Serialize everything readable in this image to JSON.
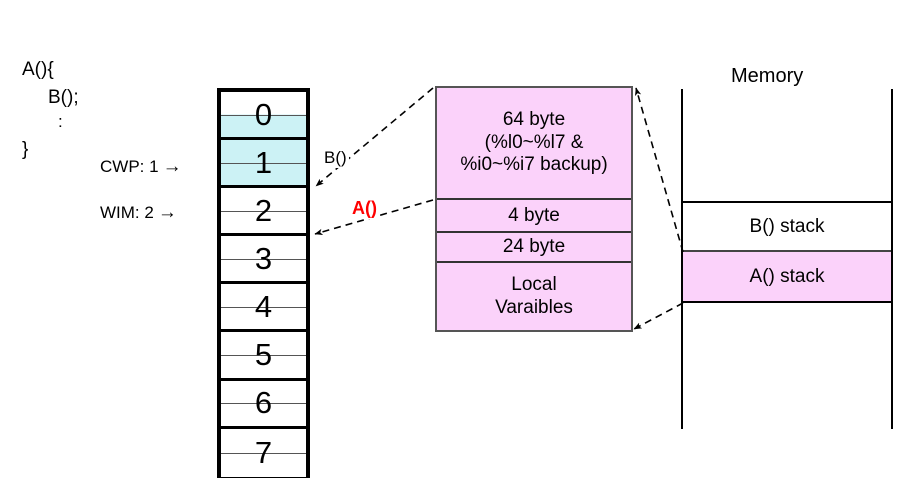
{
  "code_block": {
    "lines": [
      "A(){",
      "B();",
      ":",
      "}"
    ]
  },
  "registers": {
    "pointers": [
      {
        "name": "cwp",
        "label": "CWP: 1",
        "arrow": "→",
        "target_window": 1
      },
      {
        "name": "wim",
        "label": "WIM: 2",
        "arrow": "→",
        "target_window": 2
      }
    ],
    "highlight_color": "#ccf2f5",
    "windows": [
      {
        "number": "0",
        "highlight": "bottom-half"
      },
      {
        "number": "1",
        "highlight": "full"
      },
      {
        "number": "2",
        "highlight": "none"
      },
      {
        "number": "3",
        "highlight": "none"
      },
      {
        "number": "4",
        "highlight": "none"
      },
      {
        "number": "5",
        "highlight": "none"
      },
      {
        "number": "6",
        "highlight": "none"
      },
      {
        "number": "7",
        "highlight": "none"
      }
    ]
  },
  "frame_box": {
    "fill_color": "#fbd2fa",
    "segments": [
      {
        "name": "register-save-area",
        "lines": [
          "64 byte",
          "(%l0~%l7 &",
          "%i0~%i7 backup)"
        ]
      },
      {
        "name": "four-byte-area",
        "lines": [
          "4 byte"
        ]
      },
      {
        "name": "twentyfour-byte-area",
        "lines": [
          "24 byte"
        ]
      },
      {
        "name": "local-variables-area",
        "lines": [
          "Local",
          "Varaibles"
        ]
      }
    ]
  },
  "call_labels": {
    "b_call": "B()",
    "a_call": "A()",
    "a_call_color": "#ff0000"
  },
  "memory": {
    "title": "Memory",
    "segments": [
      {
        "name": "b-stack",
        "label": "B() stack",
        "fill": "#ffffff"
      },
      {
        "name": "a-stack",
        "label": "A() stack",
        "fill": "#fbd2fa"
      }
    ]
  }
}
